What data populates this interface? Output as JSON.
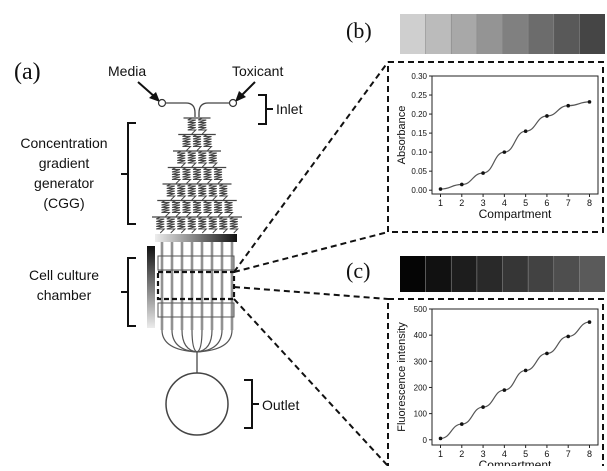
{
  "panel_labels": {
    "a": "(a)",
    "b": "(b)",
    "c": "(c)"
  },
  "inlets": {
    "left": "Media",
    "right": "Toxicant"
  },
  "annotations": {
    "inlet": "Inlet",
    "cgg": [
      "Concentration",
      "gradient",
      "generator",
      "(CGG)"
    ],
    "chamber": [
      "Cell culture",
      "chamber"
    ],
    "outlet": "Outlet"
  },
  "chart_data": [
    {
      "type": "line",
      "panel": "(b)",
      "xlabel": "Compartment",
      "ylabel": "Absorbance",
      "x": [
        1,
        2,
        3,
        4,
        5,
        6,
        7,
        8
      ],
      "xticks": [
        "1",
        "2",
        "3",
        "4",
        "5",
        "6",
        "7",
        "8"
      ],
      "series": [
        {
          "values": [
            0.003,
            0.015,
            0.045,
            0.1,
            0.155,
            0.195,
            0.222,
            0.232
          ]
        }
      ],
      "xlim": [
        0.6,
        8.4
      ],
      "ylim": [
        -0.01,
        0.3
      ],
      "yticks": [
        "0.00",
        "0.05",
        "0.10",
        "0.15",
        "0.20",
        "0.25",
        "0.30"
      ],
      "ytick_values": [
        0,
        0.05,
        0.1,
        0.15,
        0.2,
        0.25,
        0.3
      ],
      "grid": false
    },
    {
      "type": "line",
      "panel": "(c)",
      "xlabel": "Compartment",
      "ylabel": "Fluorescence intensity",
      "x": [
        1,
        2,
        3,
        4,
        5,
        6,
        7,
        8
      ],
      "xticks": [
        "1",
        "2",
        "3",
        "4",
        "5",
        "6",
        "7",
        "8"
      ],
      "series": [
        {
          "values": [
            5,
            60,
            125,
            190,
            265,
            330,
            395,
            450
          ]
        }
      ],
      "xlim": [
        0.6,
        8.4
      ],
      "ylim": [
        -20,
        500
      ],
      "yticks": [
        "0",
        "100",
        "200",
        "300",
        "400",
        "500"
      ],
      "ytick_values": [
        0,
        100,
        200,
        300,
        400,
        500
      ],
      "grid": false
    }
  ],
  "colors": {
    "ink": "#111111",
    "chip": "#444444",
    "strip_b_start": "#cfcfcf",
    "strip_b_end": "#454545",
    "strip_c_start": "#050505",
    "strip_c_end": "#5a5a5a"
  }
}
